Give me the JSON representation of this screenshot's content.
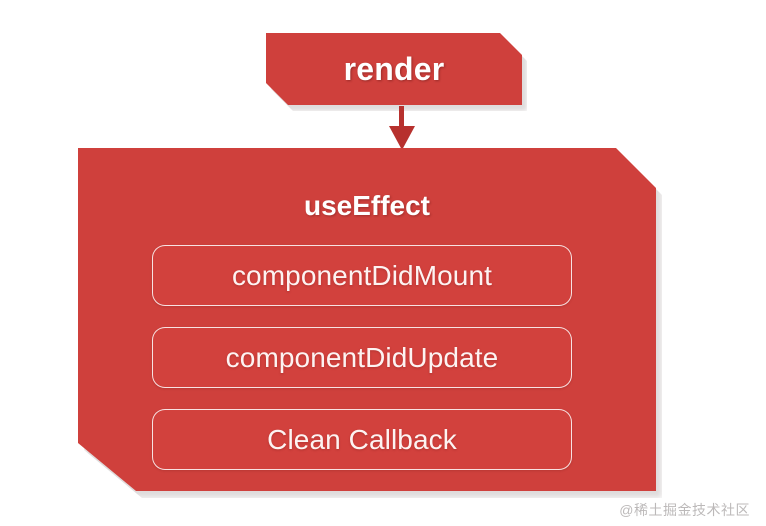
{
  "diagram": {
    "title": "React useEffect lifecycle mapping diagram",
    "colors": {
      "panel_red": "#cf403c",
      "item_red": "#d2413d",
      "arrow_red": "#b7312e",
      "text_white": "#ffffff",
      "watermark_gray": "#b9b6b6"
    },
    "render_node": {
      "label": "render",
      "shape": "beveled-rectangle"
    },
    "arrow": {
      "direction": "down",
      "icon": "arrow-down-icon"
    },
    "effect_panel": {
      "title": "useEffect",
      "shape": "beveled-rectangle",
      "items": [
        {
          "label": "componentDidMount"
        },
        {
          "label": "componentDidUpdate"
        },
        {
          "label": "Clean Callback"
        }
      ]
    },
    "watermark": {
      "text": "@稀土掘金技术社区"
    }
  }
}
